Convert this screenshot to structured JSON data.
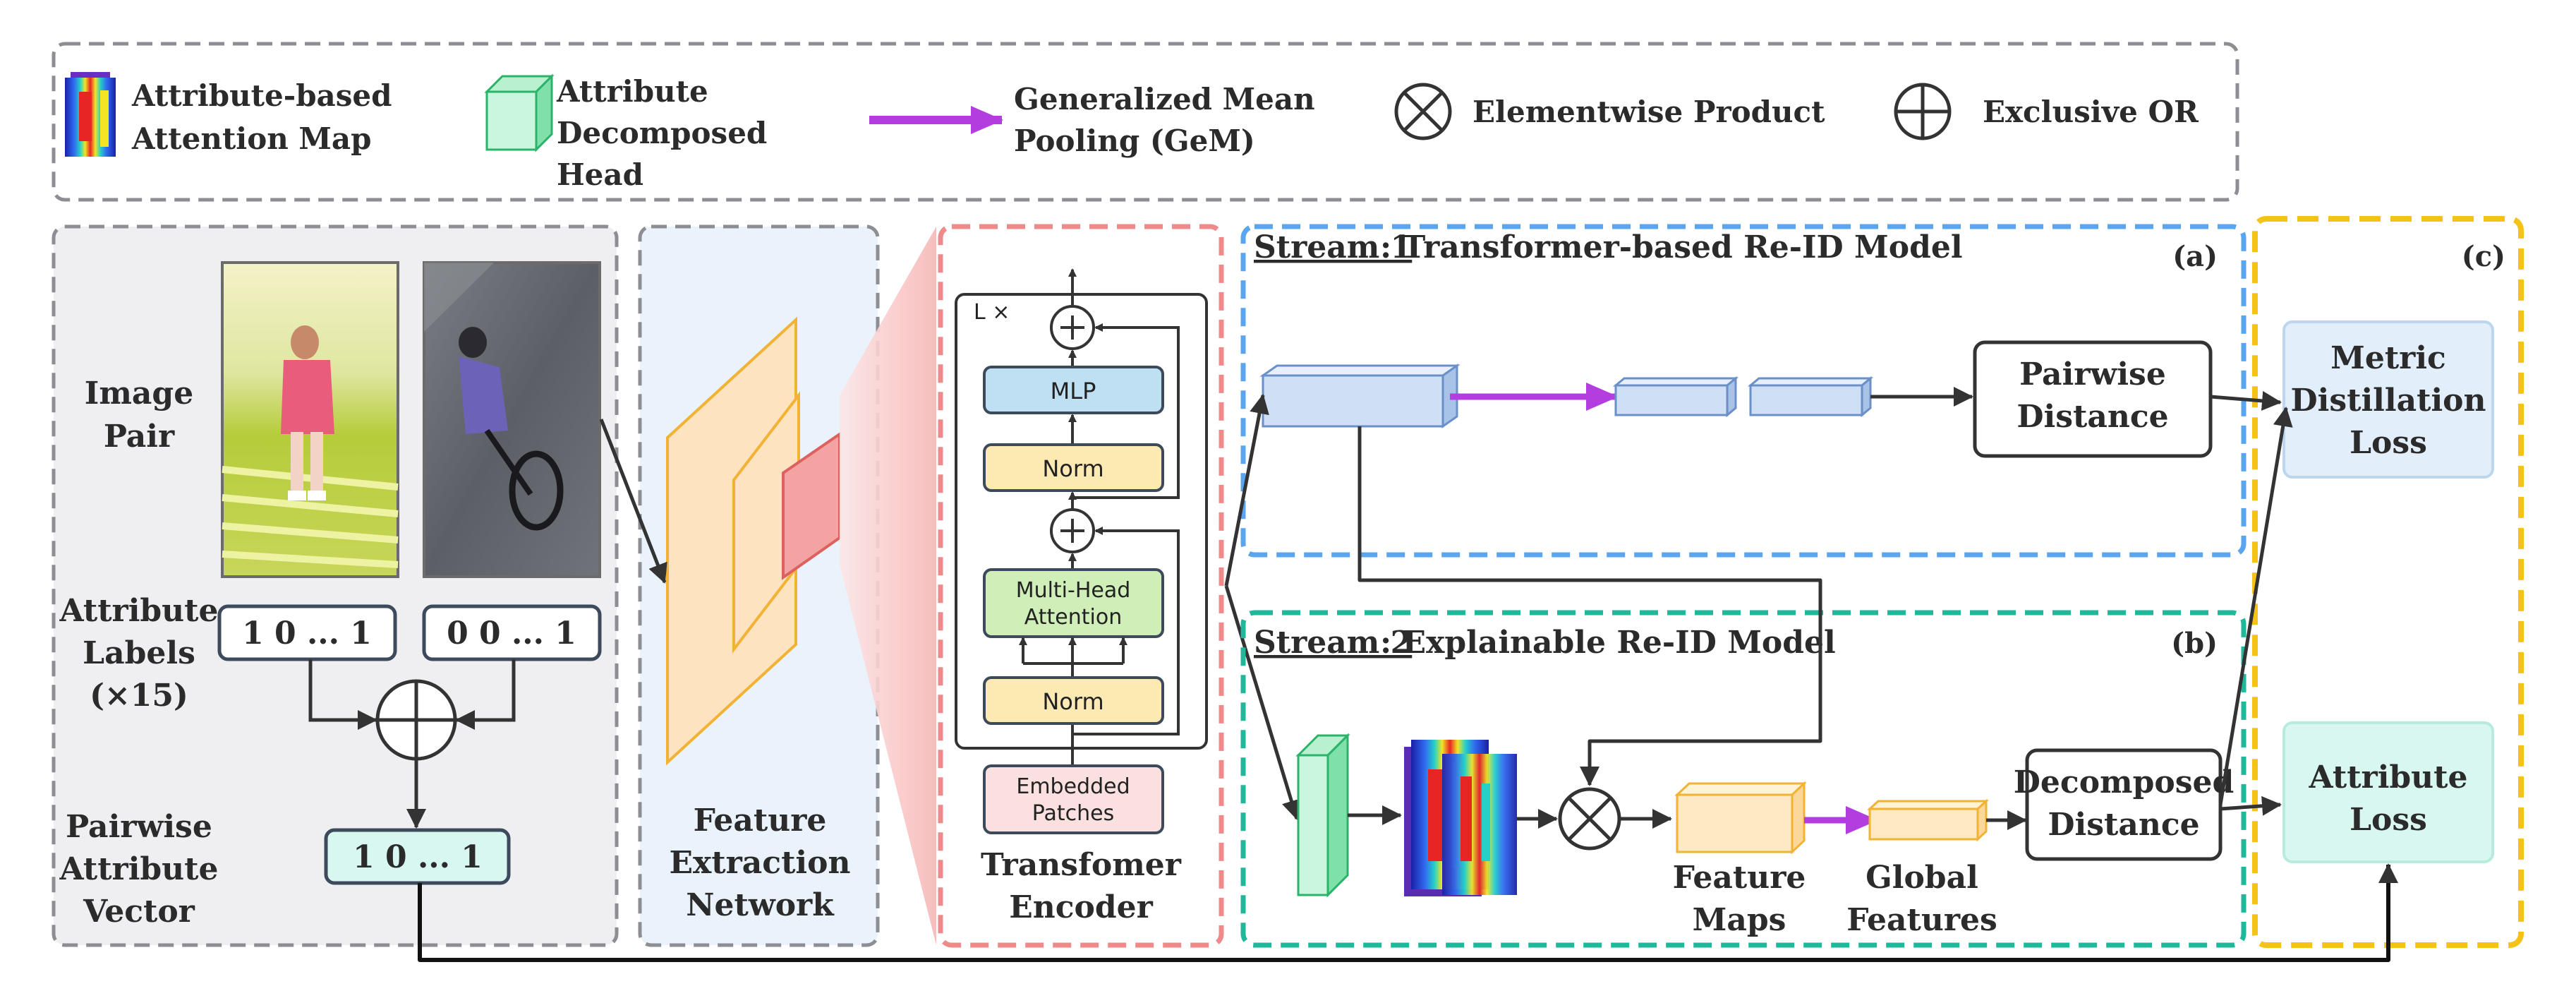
{
  "legend": {
    "attention_map": "Attribute-based Attention Map",
    "attention_map_l1": "Attribute-based",
    "attention_map_l2": "Attention Map",
    "decomposed_head_l1": "Attribute",
    "decomposed_head_l2": "Decomposed",
    "decomposed_head_l3": "Head",
    "gem_l1": "Generalized Mean",
    "gem_l2": "Pooling (GeM)",
    "elementwise_product": "Elementwise Product",
    "exclusive_or": "Exclusive OR"
  },
  "input_panel": {
    "image_pair_l1": "Image",
    "image_pair_l2": "Pair",
    "attr_labels_l1": "Attribute",
    "attr_labels_l2": "Labels",
    "attr_labels_l3": "(×15)",
    "label_a": "1 0  ... 1",
    "label_b": "0 0 ... 1",
    "pav_l1": "Pairwise",
    "pav_l2": "Attribute",
    "pav_l3": "Vector",
    "pav_value": "1 0  ... 1"
  },
  "feature_network": {
    "l1": "Feature",
    "l2": "Extraction",
    "l3": "Network"
  },
  "transformer": {
    "repeat": "L ×",
    "mlp": "MLP",
    "norm_top": "Norm",
    "mha_l1": "Multi-Head",
    "mha_l2": "Attention",
    "norm_bottom": "Norm",
    "patches_l1": "Embedded",
    "patches_l2": "Patches",
    "title_l1": "Transfomer",
    "title_l2": "Encoder"
  },
  "stream1": {
    "title_prefix": "Stream 1",
    "title_rest": ": Transformer-based Re-ID Model",
    "tag": "(a)",
    "pairwise_l1": "Pairwise",
    "pairwise_l2": "Distance"
  },
  "stream2": {
    "title_prefix": "Stream 2",
    "title_rest": ": Explainable Re-ID Model",
    "tag": "(b)",
    "feature_maps_l1": "Feature",
    "feature_maps_l2": "Maps",
    "global_l1": "Global",
    "global_l2": "Features",
    "decomposed_l1": "Decomposed",
    "decomposed_l2": "Distance"
  },
  "losses": {
    "tag": "(c)",
    "metric_l1": "Metric",
    "metric_l2": "Distillation",
    "metric_l3": "Loss",
    "attr_l1": "Attribute",
    "attr_l2": "Loss"
  },
  "colors": {
    "gray_dash": "#8d8d94",
    "red_dash": "#ef8a8a",
    "blue_dash": "#5aa5ef",
    "teal_dash": "#1fb89a",
    "yellow_dash": "#f5c318",
    "gem_purple": "#b43de0",
    "blue_fill": "#d8e6f8",
    "teal_fill": "#d9f7f1",
    "yellow_fill": "#fde9b2"
  }
}
